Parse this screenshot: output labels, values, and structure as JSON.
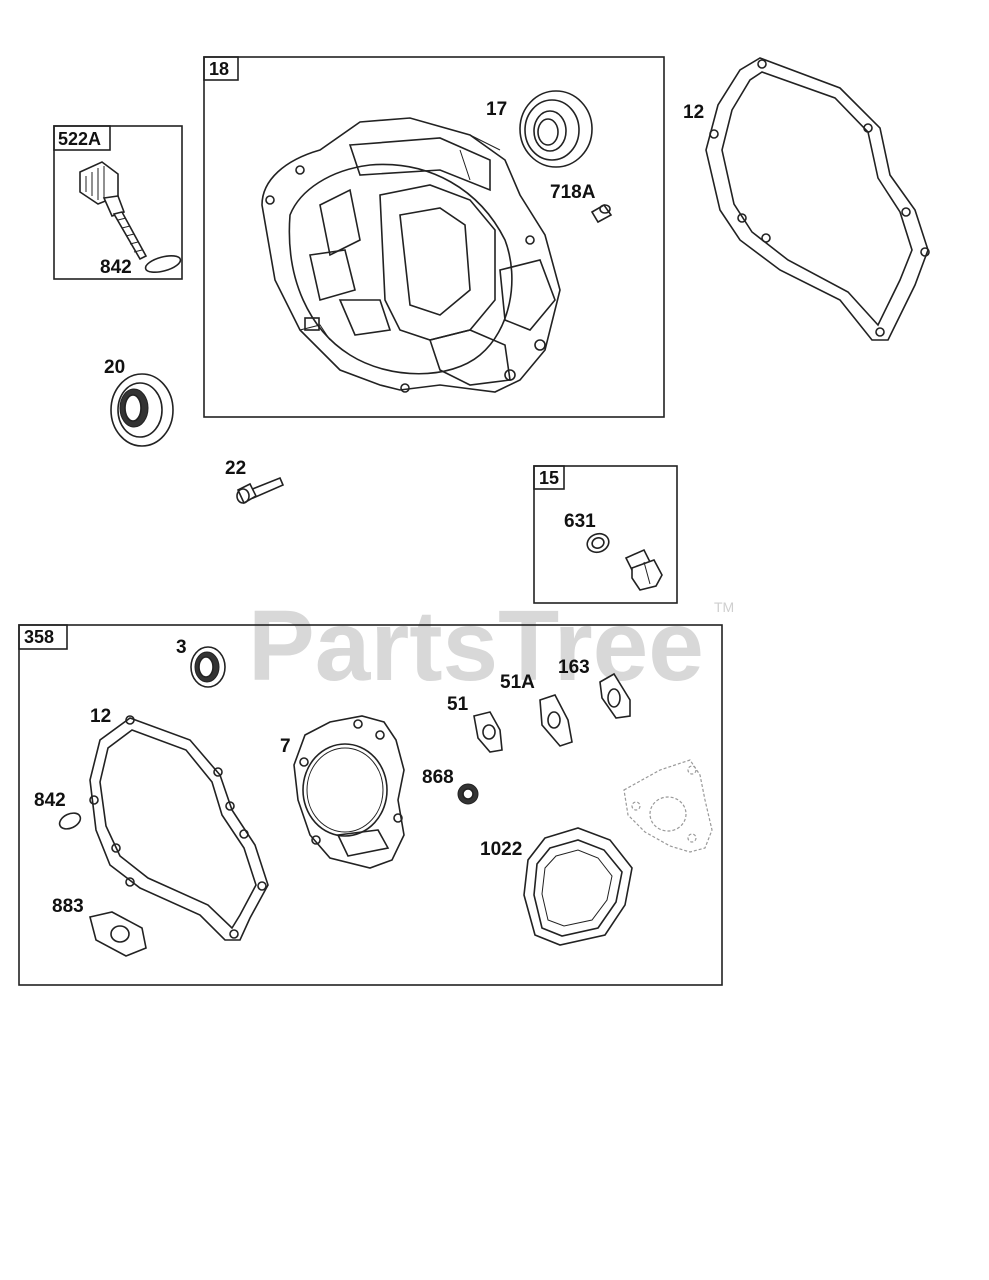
{
  "watermark": {
    "text": "PartsTree",
    "trademark": "TM"
  },
  "boxes": {
    "b522a": "522A",
    "b18": "18",
    "b15": "15",
    "b358": "358"
  },
  "labels": {
    "l842_top": "842",
    "l17": "17",
    "l718a": "718A",
    "l12_top": "12",
    "l20": "20",
    "l22": "22",
    "l631": "631",
    "l3": "3",
    "l12_bottom": "12",
    "l7": "7",
    "l51": "51",
    "l51a": "51A",
    "l163": "163",
    "l868": "868",
    "l842_bottom": "842",
    "l1022": "1022",
    "l883": "883"
  }
}
